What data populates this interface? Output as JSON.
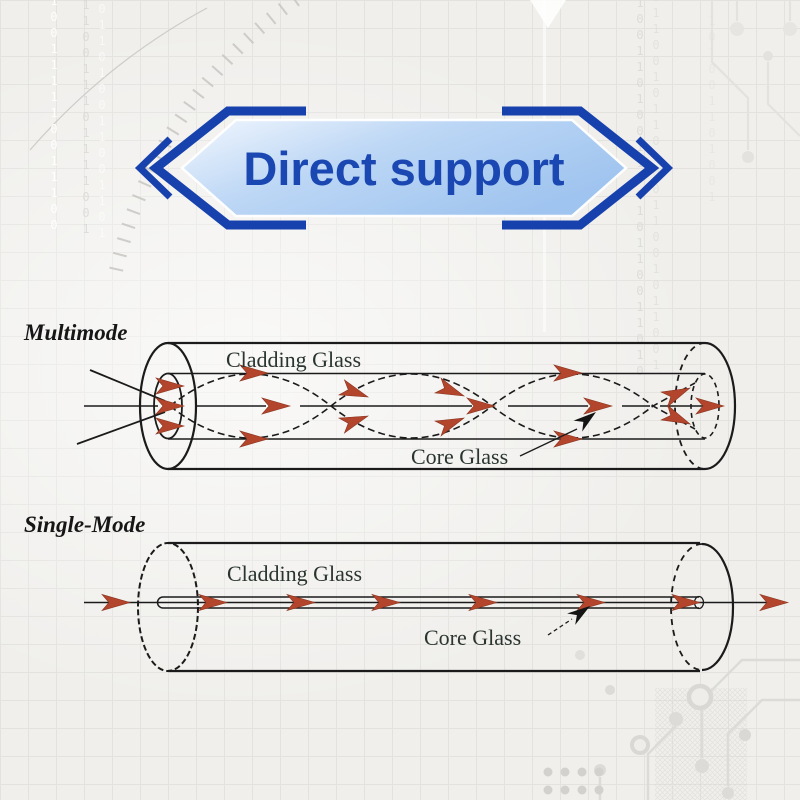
{
  "banner": {
    "label": "Direct support",
    "accent_color": "#1742ad",
    "text_color": "#1a47b1",
    "fill_start": "#eff6fe",
    "fill_end": "#9fc4ef"
  },
  "diagrams": {
    "multimode": {
      "title": "Multimode",
      "cladding_label": "Cladding Glass",
      "core_label": "Core Glass"
    },
    "single_mode": {
      "title": "Single-Mode",
      "cladding_label": "Cladding Glass",
      "core_label": "Core Glass"
    }
  },
  "colors": {
    "arrow_red": "#b2452b",
    "line_black": "#1b1b1b",
    "label_dark_green": "#2a3530"
  },
  "decor": {
    "binary_columns": [
      "100111110011100",
      "110011101111001",
      "011010011001101",
      "100110100110010110011010",
      "011001011010011001011001",
      "101001101001"
    ]
  }
}
